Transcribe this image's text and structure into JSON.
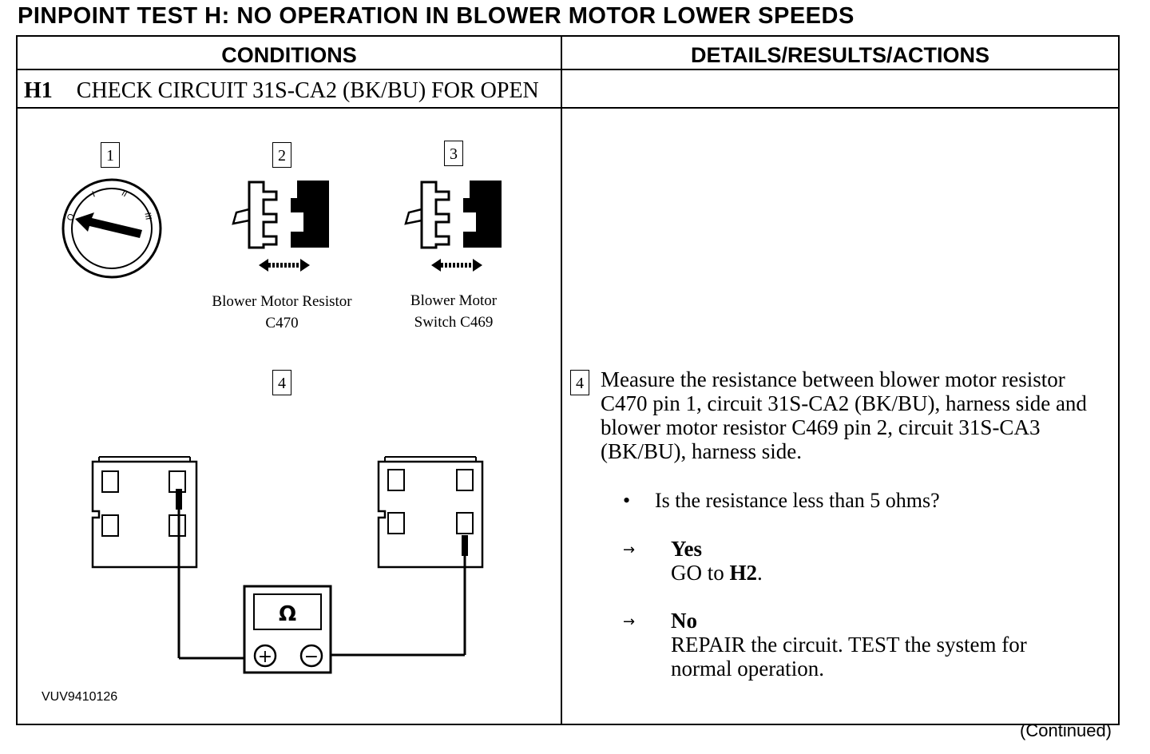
{
  "title": "PINPOINT TEST H:  NO OPERATION IN BLOWER MOTOR LOWER SPEEDS",
  "table": {
    "conditions_header": "CONDITIONS",
    "details_header": "DETAILS/RESULTS/ACTIONS",
    "step": {
      "number": "H1",
      "title": "CHECK CIRCUIT 31S-CA2 (BK/BU) FOR OPEN"
    }
  },
  "figure": {
    "callouts": [
      "1",
      "2",
      "3",
      "4"
    ],
    "resistor_caption_line1": "Blower Motor Resistor",
    "resistor_caption_line2": "C470",
    "switch_caption_line1": "Blower Motor",
    "switch_caption_line2": "Switch C469",
    "ohmmeter_symbol": "Ω",
    "plus_symbol": "+",
    "minus_symbol": "−",
    "ignition_marks": [
      "O",
      "I",
      "II",
      "III"
    ],
    "figure_id": "VUV9410126"
  },
  "details": {
    "callout": "4",
    "instruction": "Measure the resistance between blower motor resistor C470 pin 1, circuit 31S-CA2 (BK/BU), harness side and blower motor resistor C469 pin 2, circuit 31S-CA3 (BK/BU), harness side.",
    "question": "Is the resistance less than 5 ohms?",
    "bullet": "•",
    "arrow": "→",
    "yes_label": "Yes",
    "yes_action_prefix": "GO to ",
    "yes_action_target": "H2",
    "yes_action_suffix": ".",
    "no_label": "No",
    "no_action": "REPAIR the circuit. TEST the system for normal operation."
  },
  "footer": {
    "continued": "(Continued)"
  }
}
